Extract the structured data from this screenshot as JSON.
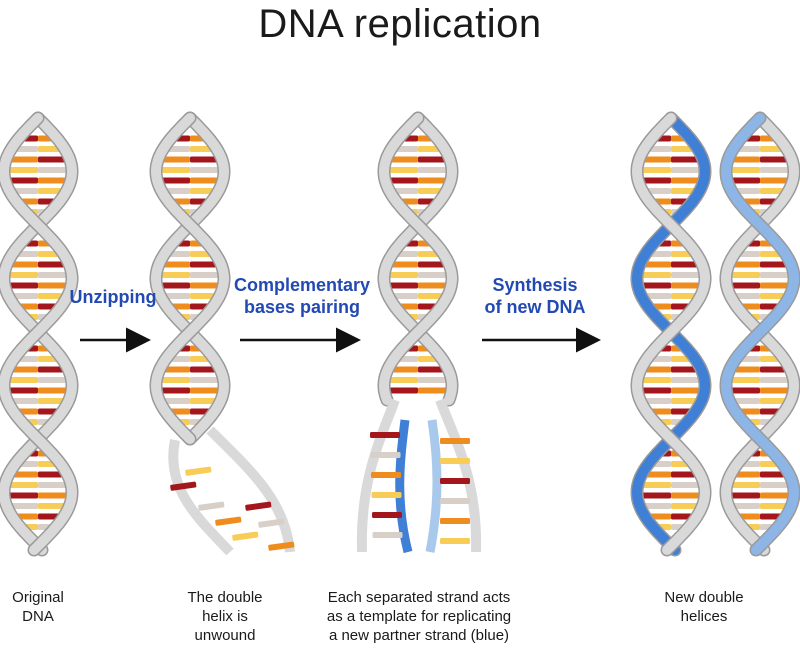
{
  "title": "DNA replication",
  "steps": {
    "unzipping": "Unzipping",
    "pairing_line1": "Complementary",
    "pairing_line2": "bases pairing",
    "synthesis_line1": "Synthesis",
    "synthesis_line2": "of new DNA"
  },
  "captions": {
    "original_line1": "Original",
    "original_line2": "DNA",
    "unwound_line1": "The double",
    "unwound_line2": "helix is",
    "unwound_line3": "unwound",
    "template_line1": "Each separated strand acts",
    "template_line2": "as a template for replicating",
    "template_line3": "a new partner strand (blue)",
    "new_line1": "New double",
    "new_line2": "helices"
  },
  "colors": {
    "old_strand": "#d9d9d9",
    "new_strand": "#3f7fd6",
    "base_red": "#a3171c",
    "base_orange": "#ef8c1e",
    "base_yellow": "#f7cd57",
    "base_pale": "#d8d0c8",
    "step_text": "#2349b3",
    "arrow": "#111111"
  }
}
